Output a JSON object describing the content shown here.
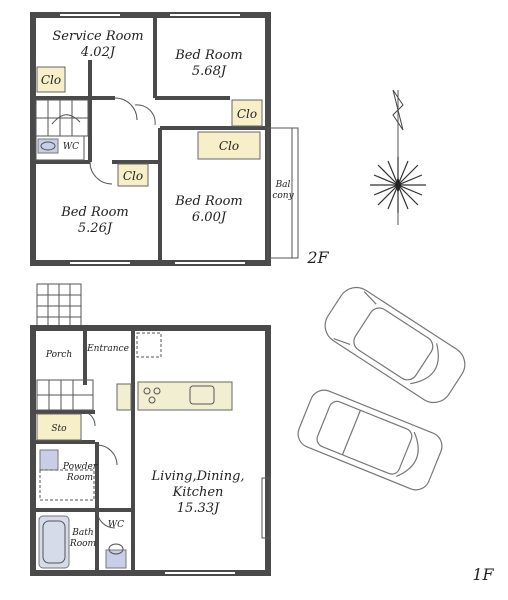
{
  "floors": {
    "upper": {
      "label": "2F",
      "rooms": {
        "service_room": {
          "name": "Service Room",
          "size": "4.02J"
        },
        "bed_room_a": {
          "name": "Bed Room",
          "size": "5.68J"
        },
        "bed_room_b": {
          "name": "Bed Room",
          "size": "5.26J"
        },
        "bed_room_c": {
          "name": "Bed Room",
          "size": "6.00J"
        },
        "wc": "WC",
        "closet": "Clo",
        "balcony_1": "Bal",
        "balcony_2": "cony"
      }
    },
    "lower": {
      "label": "1F",
      "rooms": {
        "ldk_1": "Living,Dining,",
        "ldk_2": "Kitchen",
        "ldk_size": "15.33J",
        "porch": "Porch",
        "entrance": "Entrance",
        "storage": "Sto",
        "powder_1": "Powder",
        "powder_2": "Room",
        "bath_1": "Bath",
        "bath_2": "Room",
        "wc": "WC"
      }
    }
  },
  "icons": [
    "compass-icon",
    "car-icon",
    "stair-icon",
    "toilet-icon",
    "bathtub-icon",
    "sink-icon",
    "stove-icon"
  ]
}
